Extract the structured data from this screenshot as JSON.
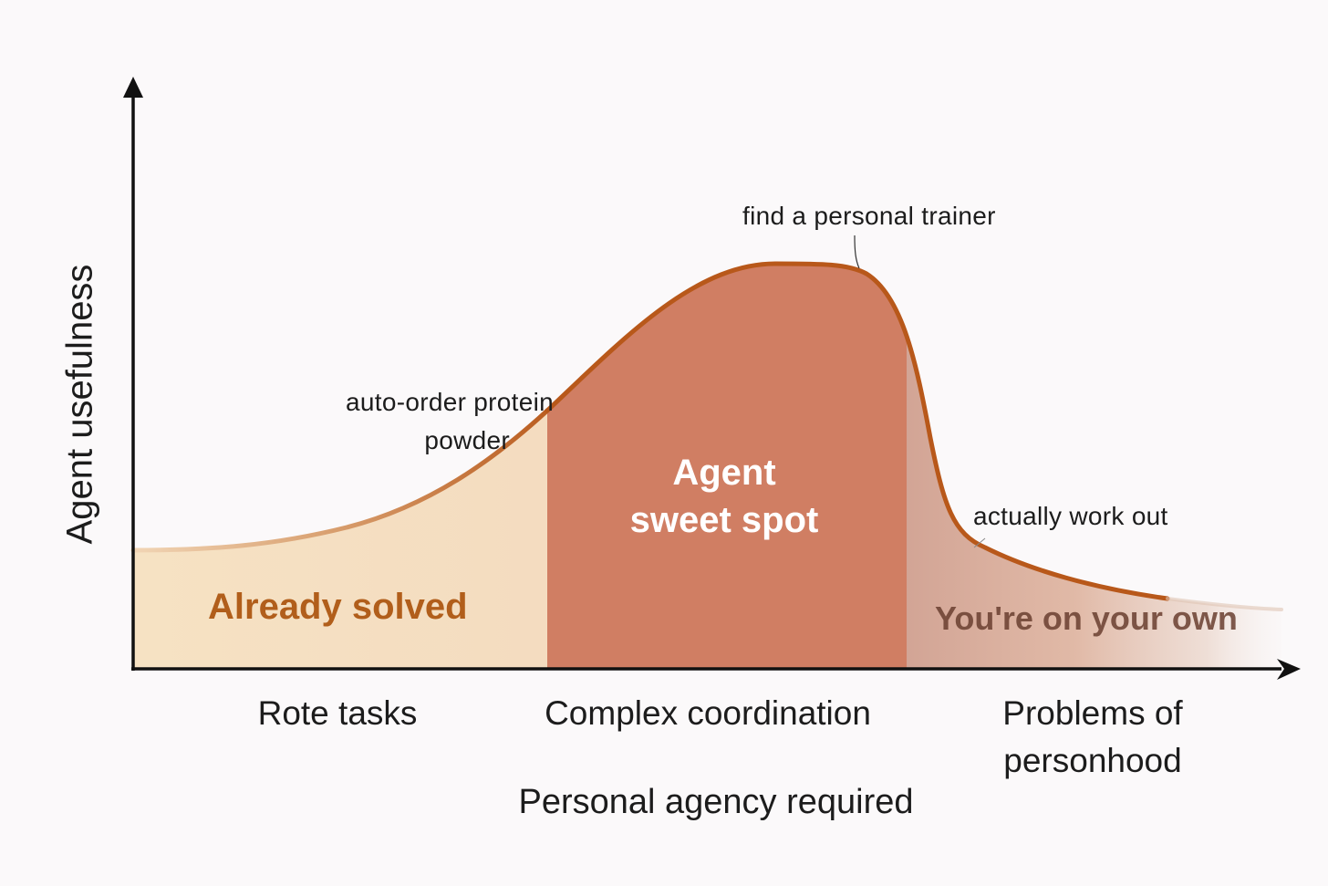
{
  "chart_data": {
    "type": "area",
    "title": "",
    "xlabel": "Personal agency required",
    "ylabel": "Agent usefulness",
    "grid": false,
    "legend": null,
    "x_categories": [
      "Rote tasks",
      "Complex coordination",
      "Problems of personhood"
    ],
    "x_category_lines": [
      [
        "Rote tasks"
      ],
      [
        "Complex coordination"
      ],
      [
        "Problems of",
        "personhood"
      ]
    ],
    "x": [
      0,
      0.1,
      0.2,
      0.3,
      0.4,
      0.5,
      0.55,
      0.6,
      0.65,
      0.7,
      0.75,
      0.8,
      0.85,
      0.9,
      1.0
    ],
    "y": [
      0.29,
      0.3,
      0.33,
      0.42,
      0.56,
      0.74,
      0.83,
      0.91,
      0.97,
      1.0,
      0.99,
      0.78,
      0.38,
      0.27,
      0.15
    ],
    "ylim": [
      0,
      1
    ],
    "regions": [
      {
        "label": "Already solved",
        "x_range": [
          0,
          0.36
        ],
        "color": "#f5dfbf",
        "text_color": "#b15e1b"
      },
      {
        "label": "Agent sweet spot",
        "label_lines": [
          "Agent",
          "sweet spot"
        ],
        "x_range": [
          0.36,
          0.67
        ],
        "color": "#d07e63",
        "text_color": "#ffffff"
      },
      {
        "label": "You're on your own",
        "x_range": [
          0.67,
          1.0
        ],
        "color": "#d2a594",
        "text_color": "#6a3f30"
      }
    ],
    "annotations": [
      {
        "text": "auto-order protein powder",
        "lines": [
          "auto-order protein",
          "powder"
        ],
        "x": 0.36,
        "y": 0.64
      },
      {
        "text": "find a personal trainer",
        "x": 0.63,
        "y": 0.99
      },
      {
        "text": "actually work out",
        "x": 0.73,
        "y": 0.31
      }
    ],
    "curve_color": "#b8581a",
    "axis_color": "#111111"
  }
}
